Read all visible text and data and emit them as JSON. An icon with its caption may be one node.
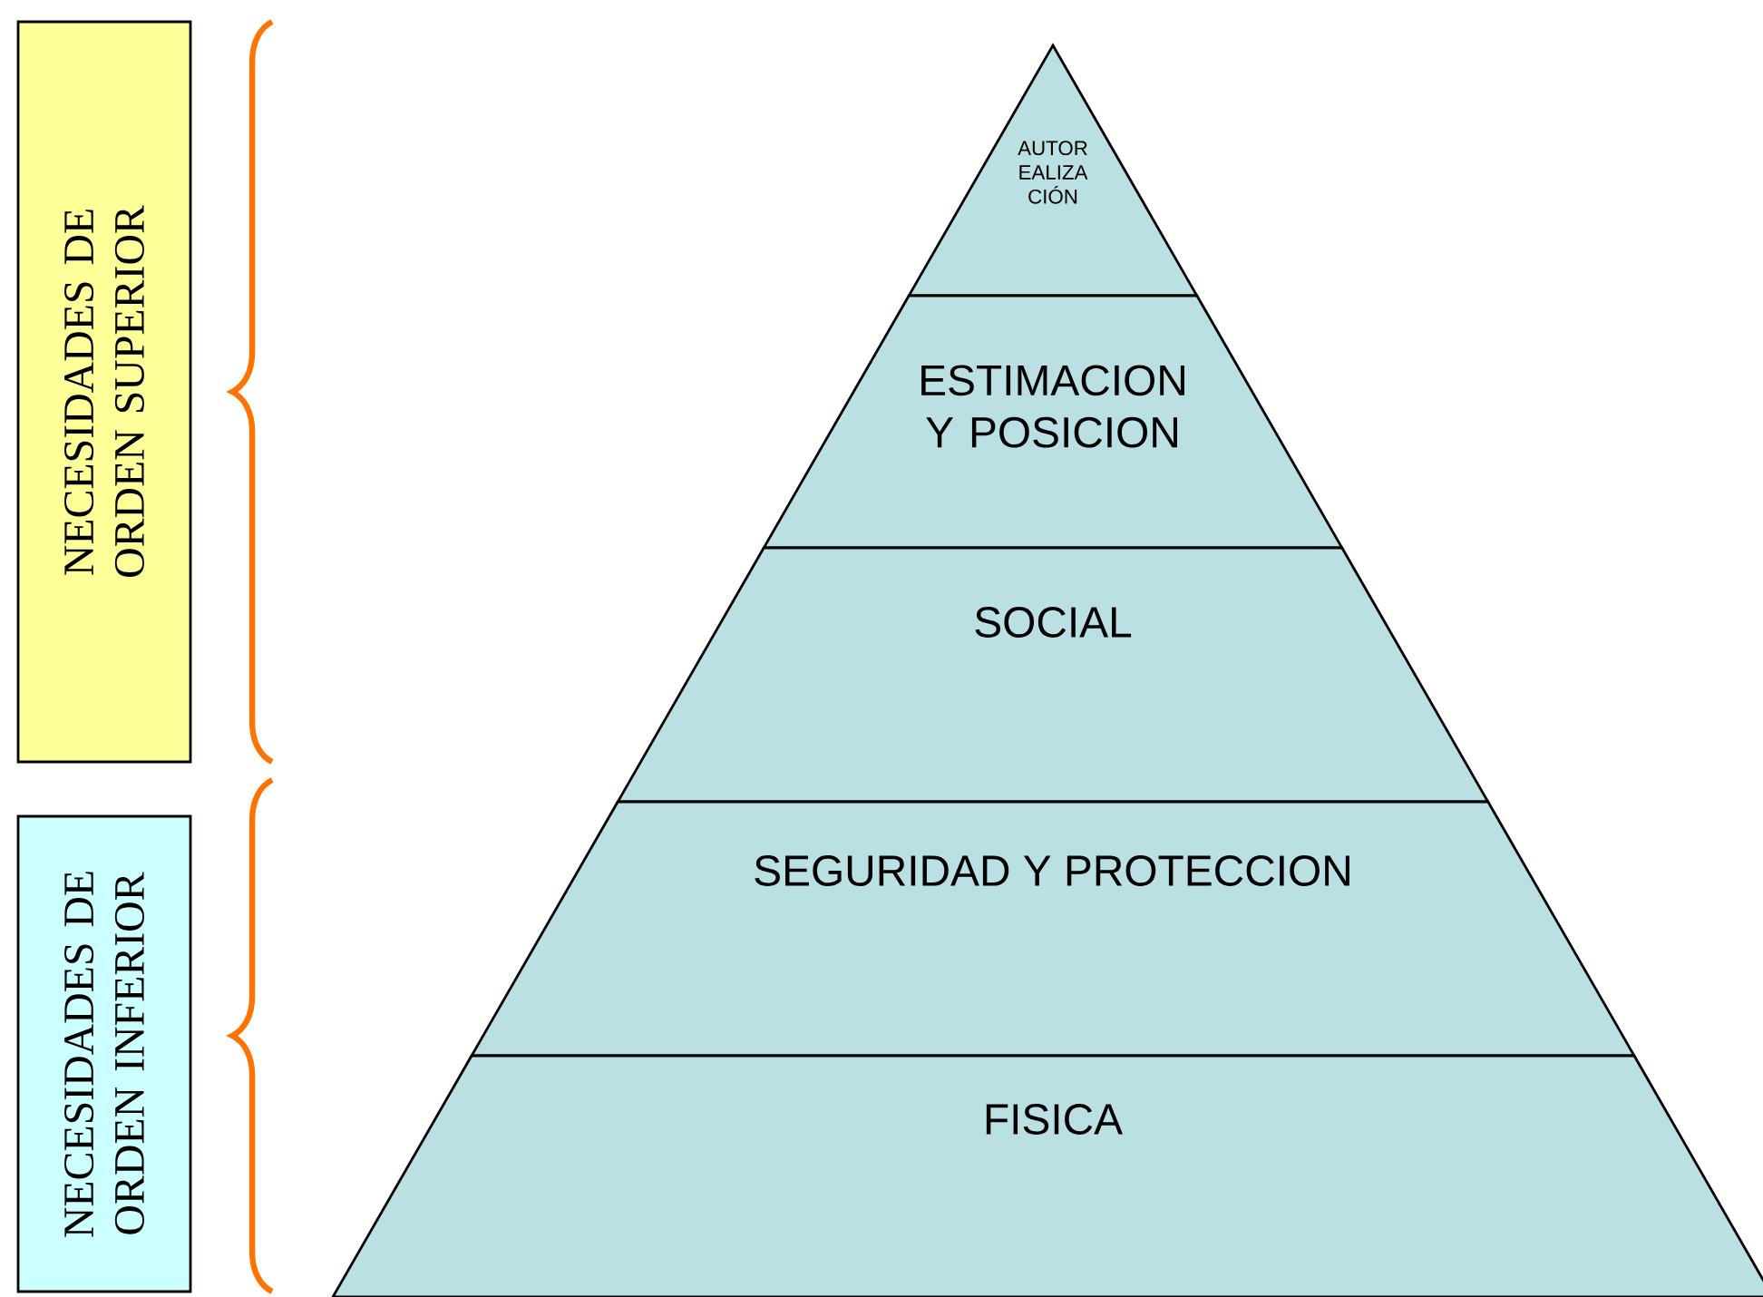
{
  "diagram": {
    "nodes": [
      {
        "text": [
          "NECESIDADES DE ORDEN SUPERIOR"
        ]
      },
      {
        "text": [
          "NECESIDADES DE ORDEN INFERIOR"
        ]
      },
      {
        "text": [
          "AUTOR EALIZA CIÓN"
        ]
      },
      {
        "text": [
          "ESTIMACION Y POSICION"
        ]
      },
      {
        "text": [
          "SOCIAL"
        ]
      },
      {
        "text": [
          "SEGURIDAD Y PROTECCION"
        ]
      },
      {
        "text": [
          "FISICA"
        ]
      }
    ]
  }
}
